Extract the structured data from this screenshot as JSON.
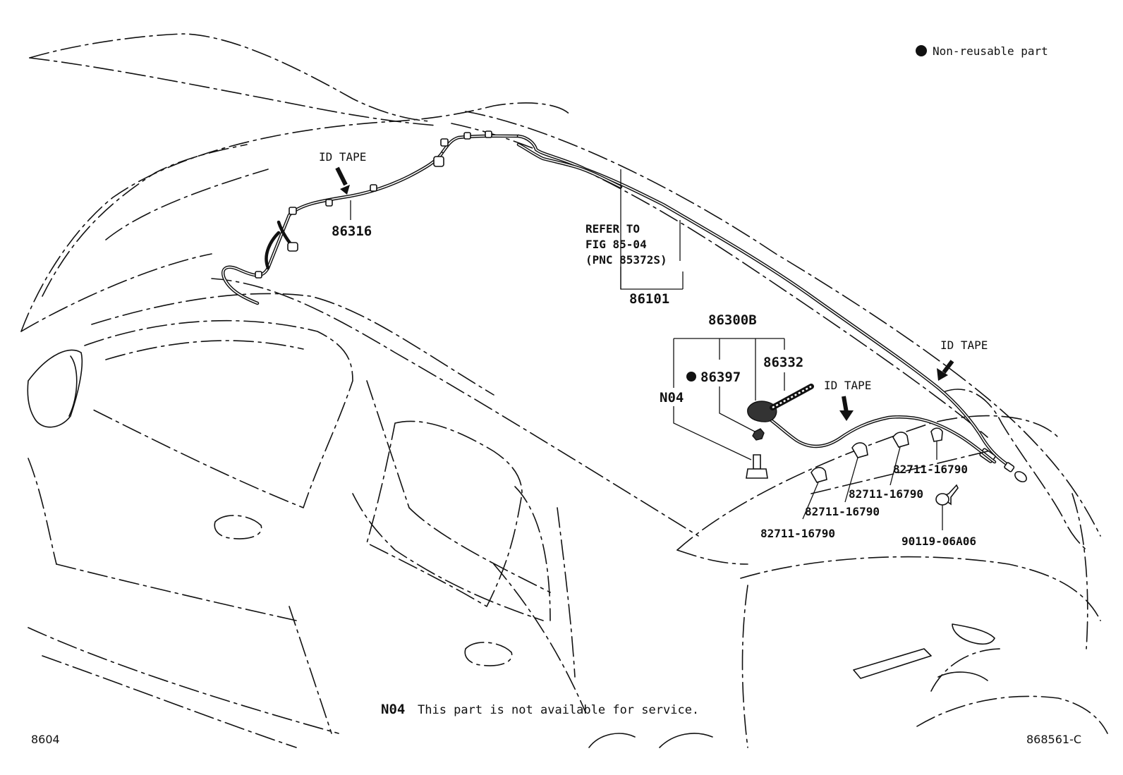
{
  "legend": {
    "symbol_name": "filled-circle-icon",
    "text": "Non-reusable part"
  },
  "labels": {
    "id_tape": "ID TAPE",
    "part_86316": "86316",
    "refer_line1": "REFER TO",
    "refer_line2": "FIG 85-04",
    "refer_line3": "(PNC 85372S)",
    "part_86101": "86101",
    "part_86300B": "86300B",
    "part_86332": "86332",
    "part_86397": "86397",
    "part_N04": "N04",
    "part_82711": "82711-16790",
    "part_90119": "90119-06A06"
  },
  "footnote": {
    "code": "N04",
    "text": "This part is not available for service."
  },
  "corner": {
    "left_code": "8604",
    "right_code": "868561-C"
  }
}
